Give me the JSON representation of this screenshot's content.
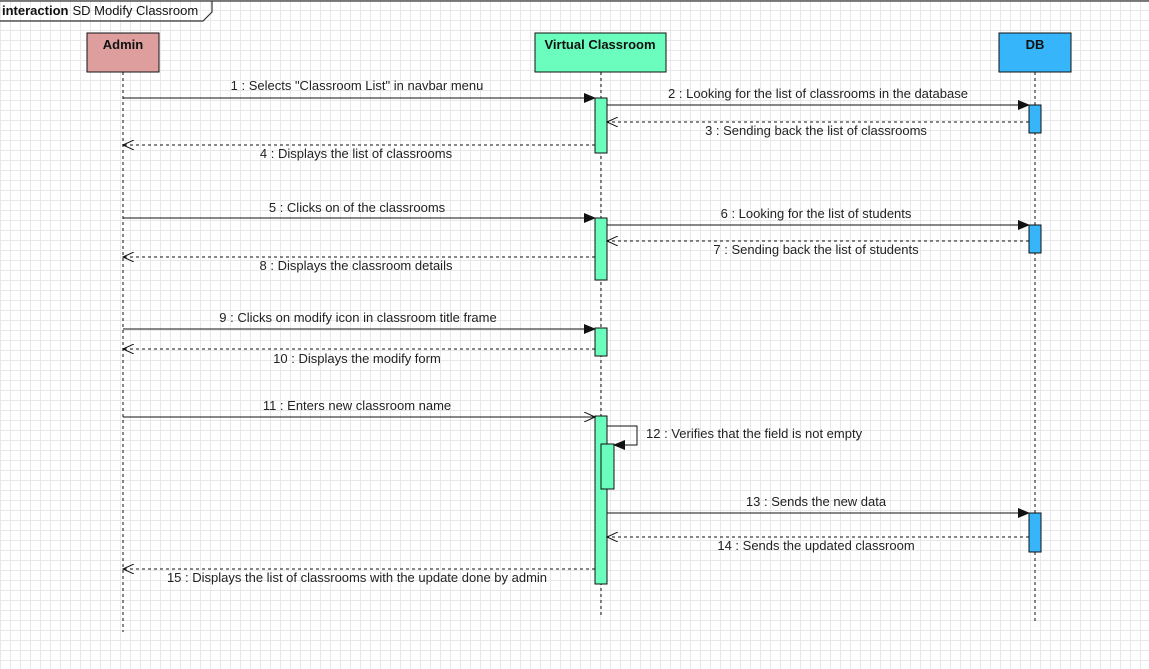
{
  "frame": {
    "keyword": "interaction",
    "title": "SD Modify Classroom"
  },
  "lifelines": [
    {
      "id": "admin",
      "name": "Admin",
      "color": "#de9e9e"
    },
    {
      "id": "vc",
      "name": "Virtual Classroom",
      "color": "#6bfdbd"
    },
    {
      "id": "db",
      "name": "DB",
      "color": "#36b5fb"
    }
  ],
  "colors": {
    "activation_vc": "#6bfdbd",
    "activation_db": "#36b5fb",
    "line": "#111111",
    "grid": "#e8e8e8"
  },
  "messages": [
    {
      "n": "1",
      "text": "Selects \"Classroom List\" in navbar menu",
      "from": "admin",
      "to": "vc",
      "kind": "sync"
    },
    {
      "n": "2",
      "text": "Looking for the list of classrooms in the database",
      "from": "vc",
      "to": "db",
      "kind": "sync"
    },
    {
      "n": "3",
      "text": "Sending back the list of classrooms",
      "from": "db",
      "to": "vc",
      "kind": "reply"
    },
    {
      "n": "4",
      "text": "Displays the list of classrooms",
      "from": "vc",
      "to": "admin",
      "kind": "reply"
    },
    {
      "n": "5",
      "text": "Clicks on of the classrooms",
      "from": "admin",
      "to": "vc",
      "kind": "sync"
    },
    {
      "n": "6",
      "text": "Looking for the list of students",
      "from": "vc",
      "to": "db",
      "kind": "sync"
    },
    {
      "n": "7",
      "text": "Sending back the list of students",
      "from": "db",
      "to": "vc",
      "kind": "reply"
    },
    {
      "n": "8",
      "text": "Displays the classroom details",
      "from": "vc",
      "to": "admin",
      "kind": "reply"
    },
    {
      "n": "9",
      "text": "Clicks on modify icon in classroom title frame",
      "from": "admin",
      "to": "vc",
      "kind": "sync"
    },
    {
      "n": "10",
      "text": "Displays the modify form",
      "from": "vc",
      "to": "admin",
      "kind": "reply"
    },
    {
      "n": "11",
      "text": "Enters new classroom name",
      "from": "admin",
      "to": "vc",
      "kind": "async"
    },
    {
      "n": "12",
      "text": "Verifies that the field is not empty",
      "from": "vc",
      "to": "vc",
      "kind": "self"
    },
    {
      "n": "13",
      "text": "Sends the new data",
      "from": "vc",
      "to": "db",
      "kind": "sync"
    },
    {
      "n": "14",
      "text": "Sends the updated classroom",
      "from": "db",
      "to": "vc",
      "kind": "reply"
    },
    {
      "n": "15",
      "text": "Displays the list of classrooms with the update done by admin",
      "from": "vc",
      "to": "admin",
      "kind": "reply"
    }
  ]
}
